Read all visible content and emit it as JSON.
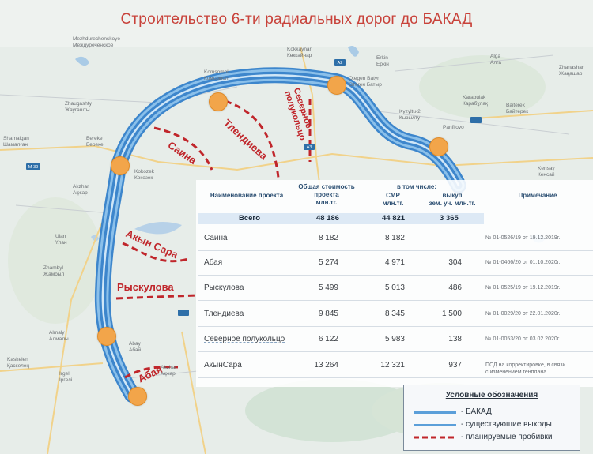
{
  "title": "Строительство 6-ти радиальных дорог до БАКАД",
  "place_labels": [
    "Mezhdurechenskoye\nМеждуреченское",
    "Kokkaynar\nКөккайнар",
    "Zhaugashty\nЖаугашты",
    "Komsomol\nКомсомол",
    "Otegen Batyr\nӨтеген Батыр",
    "Erkin\nЕркін",
    "Alga\nАлга",
    "Zhanashar\nЖаңашар",
    "Karabulak\nКарабұлақ",
    "Baiterek\nБайтерек",
    "Shamalgan\nШамалған",
    "Bereke\nБереке",
    "Kyzyltu-2\nҚызылту",
    "Panfilovo",
    "Kokozek\nКөкөзек",
    "Akzhar\nАқжар",
    "Ulan\nҰлан",
    "Zhambyl\nЖамбыл",
    "Almaly\nАлмалы",
    "Abay\nАбай",
    "Kaskelen\nҚаскелең",
    "Akzhar\nАқжар",
    "Kensay\nКенсай",
    "Irgeli\nІргелі"
  ],
  "road_labels": {
    "saina": "Саина",
    "tlendieva": "Тлендиева",
    "severnoe": "Северное\nполукольцо",
    "akyn_sara": "Акын Сара",
    "ryskulova": "Рыскулова",
    "abaya": "Абая"
  },
  "highway_markers": [
    "A2",
    "A3",
    "M-39"
  ],
  "table": {
    "headers": {
      "name": "Наименование проекта",
      "cost": "Общая стоимость\nпроекта\nмлн.тг.",
      "incl": "в том числе:",
      "smr": "СМР\nмлн.тг.",
      "vykup": "выкуп\nзем. уч. млн.тг.",
      "note": "Примечание"
    },
    "total": {
      "label": "Всего",
      "cost": "48 186",
      "smr": "44 821",
      "vykup": "3 365"
    },
    "rows": [
      {
        "name": "Саина",
        "cost": "8 182",
        "smr": "8 182",
        "vykup": "",
        "note": "№ 01-0526/19 от 19.12.2019г."
      },
      {
        "name": "Абая",
        "cost": "5 274",
        "smr": "4 971",
        "vykup": "304",
        "note": "№ 01-0466/20 от 01.10.2020г."
      },
      {
        "name": "Рыскулова",
        "cost": "5 499",
        "smr": "5 013",
        "vykup": "486",
        "note": "№ 01-0525/19 от 19.12.2019г."
      },
      {
        "name": "Тлендиева",
        "cost": "9 845",
        "smr": "8 345",
        "vykup": "1 500",
        "note": "№ 01-0029/20 от 22.01.2020г."
      },
      {
        "name": "Северное полукольцо",
        "cost": "6 122",
        "smr": "5 983",
        "vykup": "138",
        "note": "№ 01-0053/20 от 03.02.2020г."
      },
      {
        "name": "АкынСара",
        "cost": "13 264",
        "smr": "12 321",
        "vykup": "937",
        "note": "ПСД на корректировке, в связи\nс изменением генплана."
      }
    ]
  },
  "legend": {
    "title": "Условные обозначения",
    "items": [
      {
        "label": "- БАКАД",
        "color": "#5b9fd9"
      },
      {
        "label": "- существующие выходы",
        "color": "#5b9fd9"
      },
      {
        "label": "- планируемые пробивки",
        "color": "#c0262b"
      }
    ]
  },
  "colors": {
    "bakad": "#4f96d6",
    "planned": "#c0262b",
    "station": "#f2a54a",
    "title": "#c8423a"
  }
}
